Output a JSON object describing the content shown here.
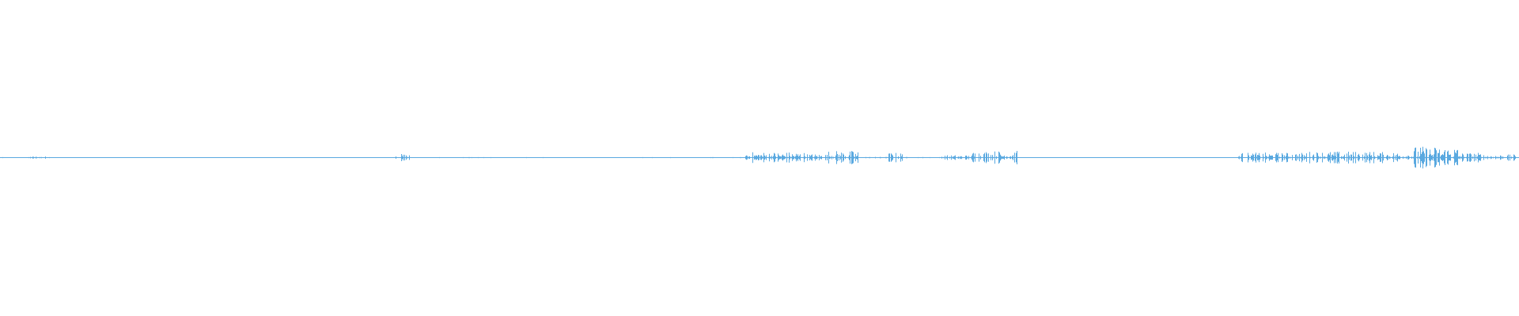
{
  "waveform": {
    "color": "#5aa9e0",
    "amplitude_scale": 1.0,
    "segments": [
      {
        "start": 0.0,
        "end": 0.02,
        "peak": 0.04
      },
      {
        "start": 0.02,
        "end": 0.035,
        "peak": 0.1
      },
      {
        "start": 0.035,
        "end": 0.26,
        "peak": 0.03
      },
      {
        "start": 0.26,
        "end": 0.27,
        "peak": 0.3
      },
      {
        "start": 0.27,
        "end": 0.49,
        "peak": 0.04
      },
      {
        "start": 0.49,
        "end": 0.53,
        "peak": 0.45
      },
      {
        "start": 0.53,
        "end": 0.545,
        "peak": 0.3
      },
      {
        "start": 0.545,
        "end": 0.565,
        "peak": 0.55
      },
      {
        "start": 0.565,
        "end": 0.585,
        "peak": 0.06
      },
      {
        "start": 0.585,
        "end": 0.595,
        "peak": 0.4
      },
      {
        "start": 0.595,
        "end": 0.62,
        "peak": 0.05
      },
      {
        "start": 0.62,
        "end": 0.64,
        "peak": 0.2
      },
      {
        "start": 0.64,
        "end": 0.67,
        "peak": 0.55
      },
      {
        "start": 0.67,
        "end": 0.815,
        "peak": 0.03
      },
      {
        "start": 0.815,
        "end": 0.86,
        "peak": 0.4
      },
      {
        "start": 0.86,
        "end": 0.905,
        "peak": 0.5
      },
      {
        "start": 0.905,
        "end": 0.93,
        "peak": 0.45
      },
      {
        "start": 0.93,
        "end": 0.96,
        "peak": 0.9
      },
      {
        "start": 0.96,
        "end": 0.975,
        "peak": 0.4
      },
      {
        "start": 0.975,
        "end": 1.0,
        "peak": 0.25
      }
    ]
  }
}
